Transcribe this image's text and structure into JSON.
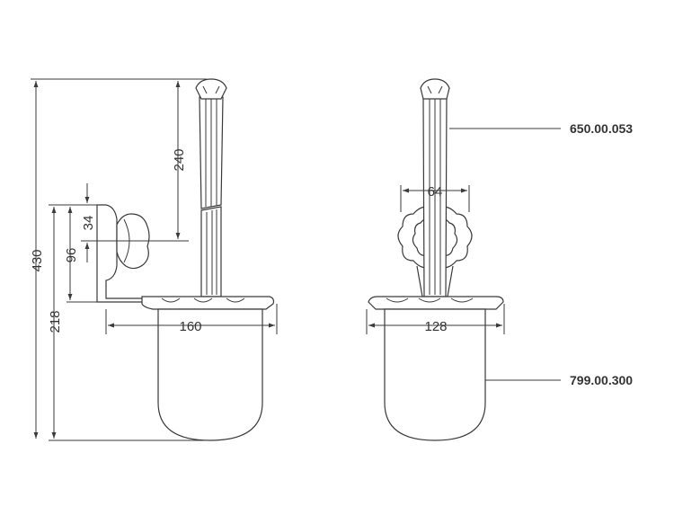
{
  "dimensions": {
    "total_height": "430",
    "brush_length": "240",
    "bowl_height": "218",
    "mount_height": "96",
    "knob_size": "34",
    "width_side": "160",
    "width_front": "128",
    "knob_width": "64"
  },
  "references": {
    "brush_part": "650.00.053",
    "bowl_part": "799.00.300"
  }
}
